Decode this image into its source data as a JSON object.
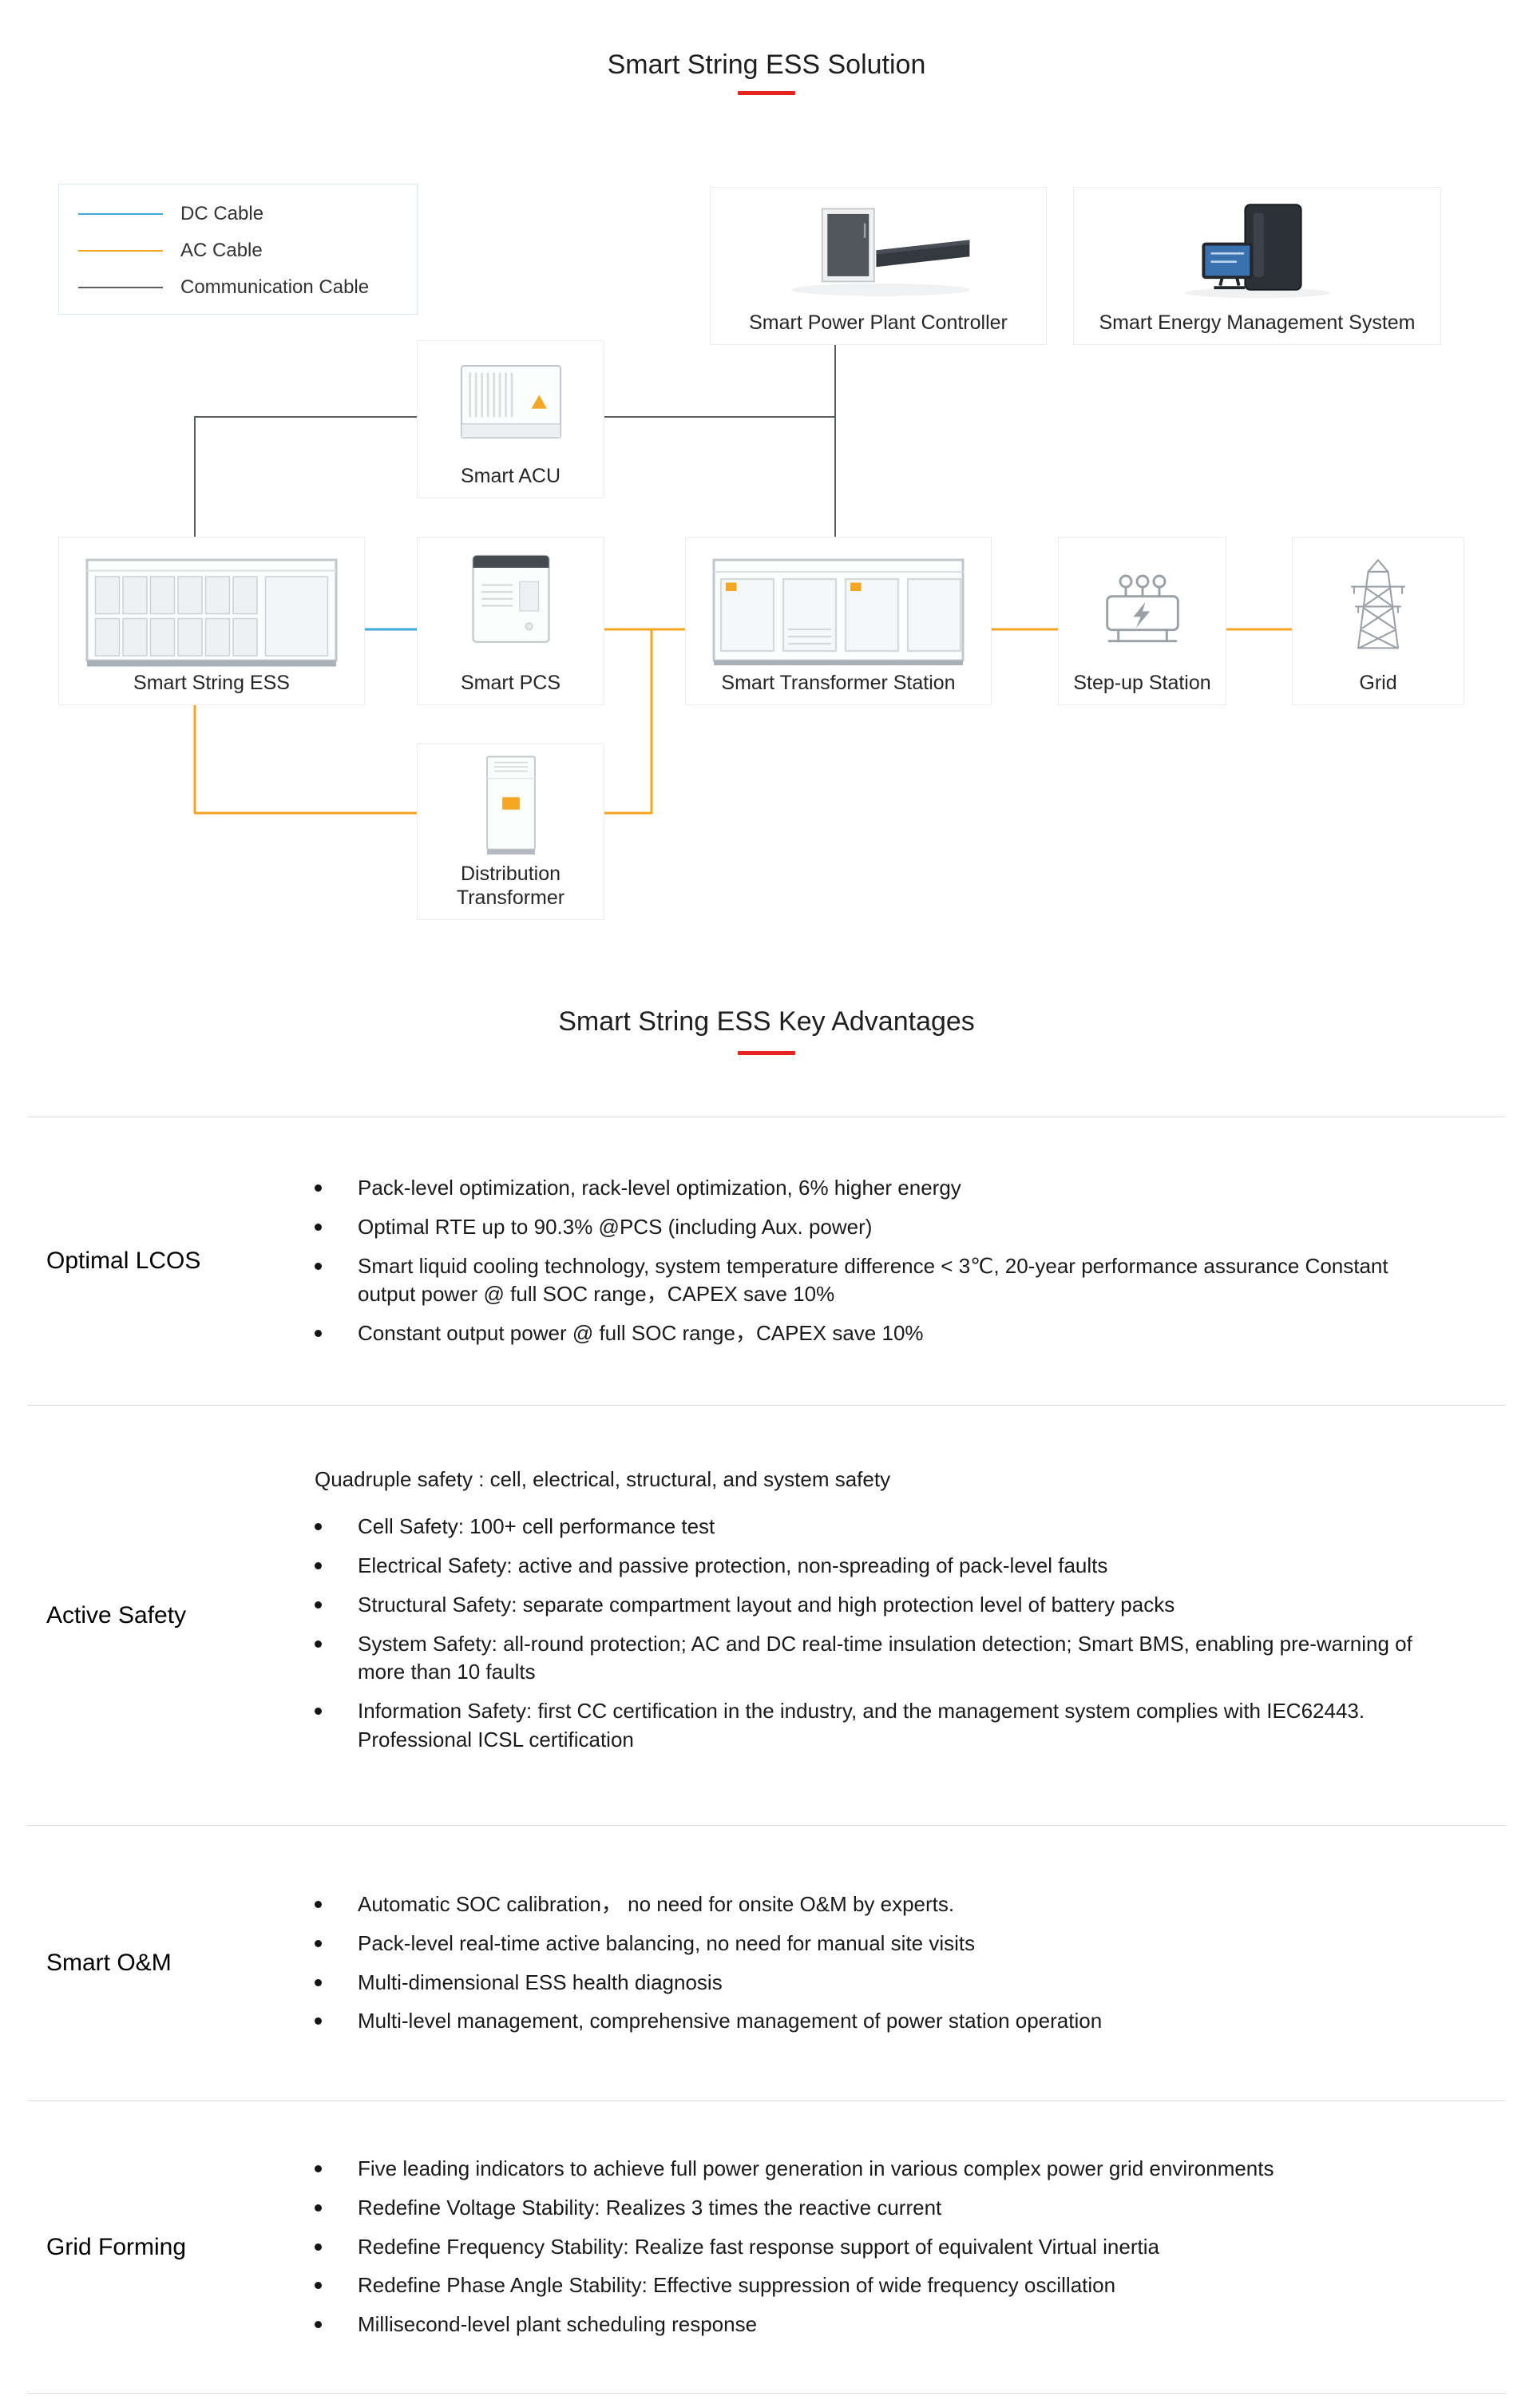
{
  "solution": {
    "title": "Smart String ESS Solution"
  },
  "advantages_header": {
    "title": "Smart String ESS Key Advantages"
  },
  "legend": {
    "items": [
      {
        "name": "dc-cable",
        "label": "DC Cable",
        "color": "#3fa9dc"
      },
      {
        "name": "ac-cable",
        "label": "AC Cable",
        "color": "#f2a51e"
      },
      {
        "name": "communication-cable",
        "label": "Communication Cable",
        "color": "#5a5f63"
      }
    ]
  },
  "diagram": {
    "nodes": {
      "controller": {
        "label": "Smart Power Plant Controller"
      },
      "ems": {
        "label": "Smart Energy Management System"
      },
      "acu": {
        "label": "Smart ACU"
      },
      "ess": {
        "label": "Smart String ESS"
      },
      "pcs": {
        "label": "Smart PCS"
      },
      "transformer_station": {
        "label": "Smart Transformer Station"
      },
      "stepup_station": {
        "label": "Step-up Station"
      },
      "grid": {
        "label": "Grid"
      },
      "distribution_transformer": {
        "label": "Distribution Transformer"
      }
    },
    "cable_colors": {
      "dc": "#3fa9dc",
      "ac": "#f2a51e",
      "communication": "#5a5f63"
    }
  },
  "advantages": {
    "rows": [
      {
        "title": "Optimal LCOS",
        "bullets": [
          "Pack-level optimization, rack-level optimization, 6% higher energy",
          "Optimal RTE up to 90.3% @PCS (including Aux. power)",
          "Smart liquid cooling technology, system temperature difference < 3℃, 20-year performance assurance Constant output power @ full SOC range，CAPEX save 10%",
          "Constant output power @ full SOC range，CAPEX save 10%"
        ]
      },
      {
        "title": "Active Safety",
        "intro": "Quadruple safety :  cell, electrical, structural, and system safety",
        "bullets": [
          "Cell Safety: 100+ cell performance test",
          "Electrical Safety: active and passive protection, non-spreading of pack-level faults",
          "Structural Safety: separate compartment layout and high protection level of battery packs",
          "System Safety: all-round protection; AC and DC real-time insulation detection; Smart BMS, enabling pre-warning of more than 10 faults",
          "Information Safety: first CC certification in the industry, and the management system complies with IEC62443. Professional ICSL certification"
        ]
      },
      {
        "title": "Smart O&M",
        "bullets": [
          "Automatic SOC calibration， no need for onsite O&M by experts.",
          "Pack-level real-time active balancing, no need for manual site visits",
          "Multi-dimensional ESS health diagnosis",
          "Multi-level management, comprehensive management of power station operation"
        ]
      },
      {
        "title": "Grid Forming",
        "bullets": [
          "Five leading indicators to achieve full power generation in various complex power grid environments",
          "Redefine Voltage Stability: Realizes 3 times the reactive current",
          "Redefine Frequency Stability: Realize fast response support of equivalent Virtual inertia",
          "Redefine Phase Angle Stability: Effective suppression of wide frequency oscillation",
          "Millisecond-level plant scheduling response"
        ]
      }
    ]
  },
  "colors": {
    "accent_red": "#e7251f",
    "divider": "#dcdcdc",
    "text": "#1a1a1a",
    "node_border": "#ececec"
  }
}
